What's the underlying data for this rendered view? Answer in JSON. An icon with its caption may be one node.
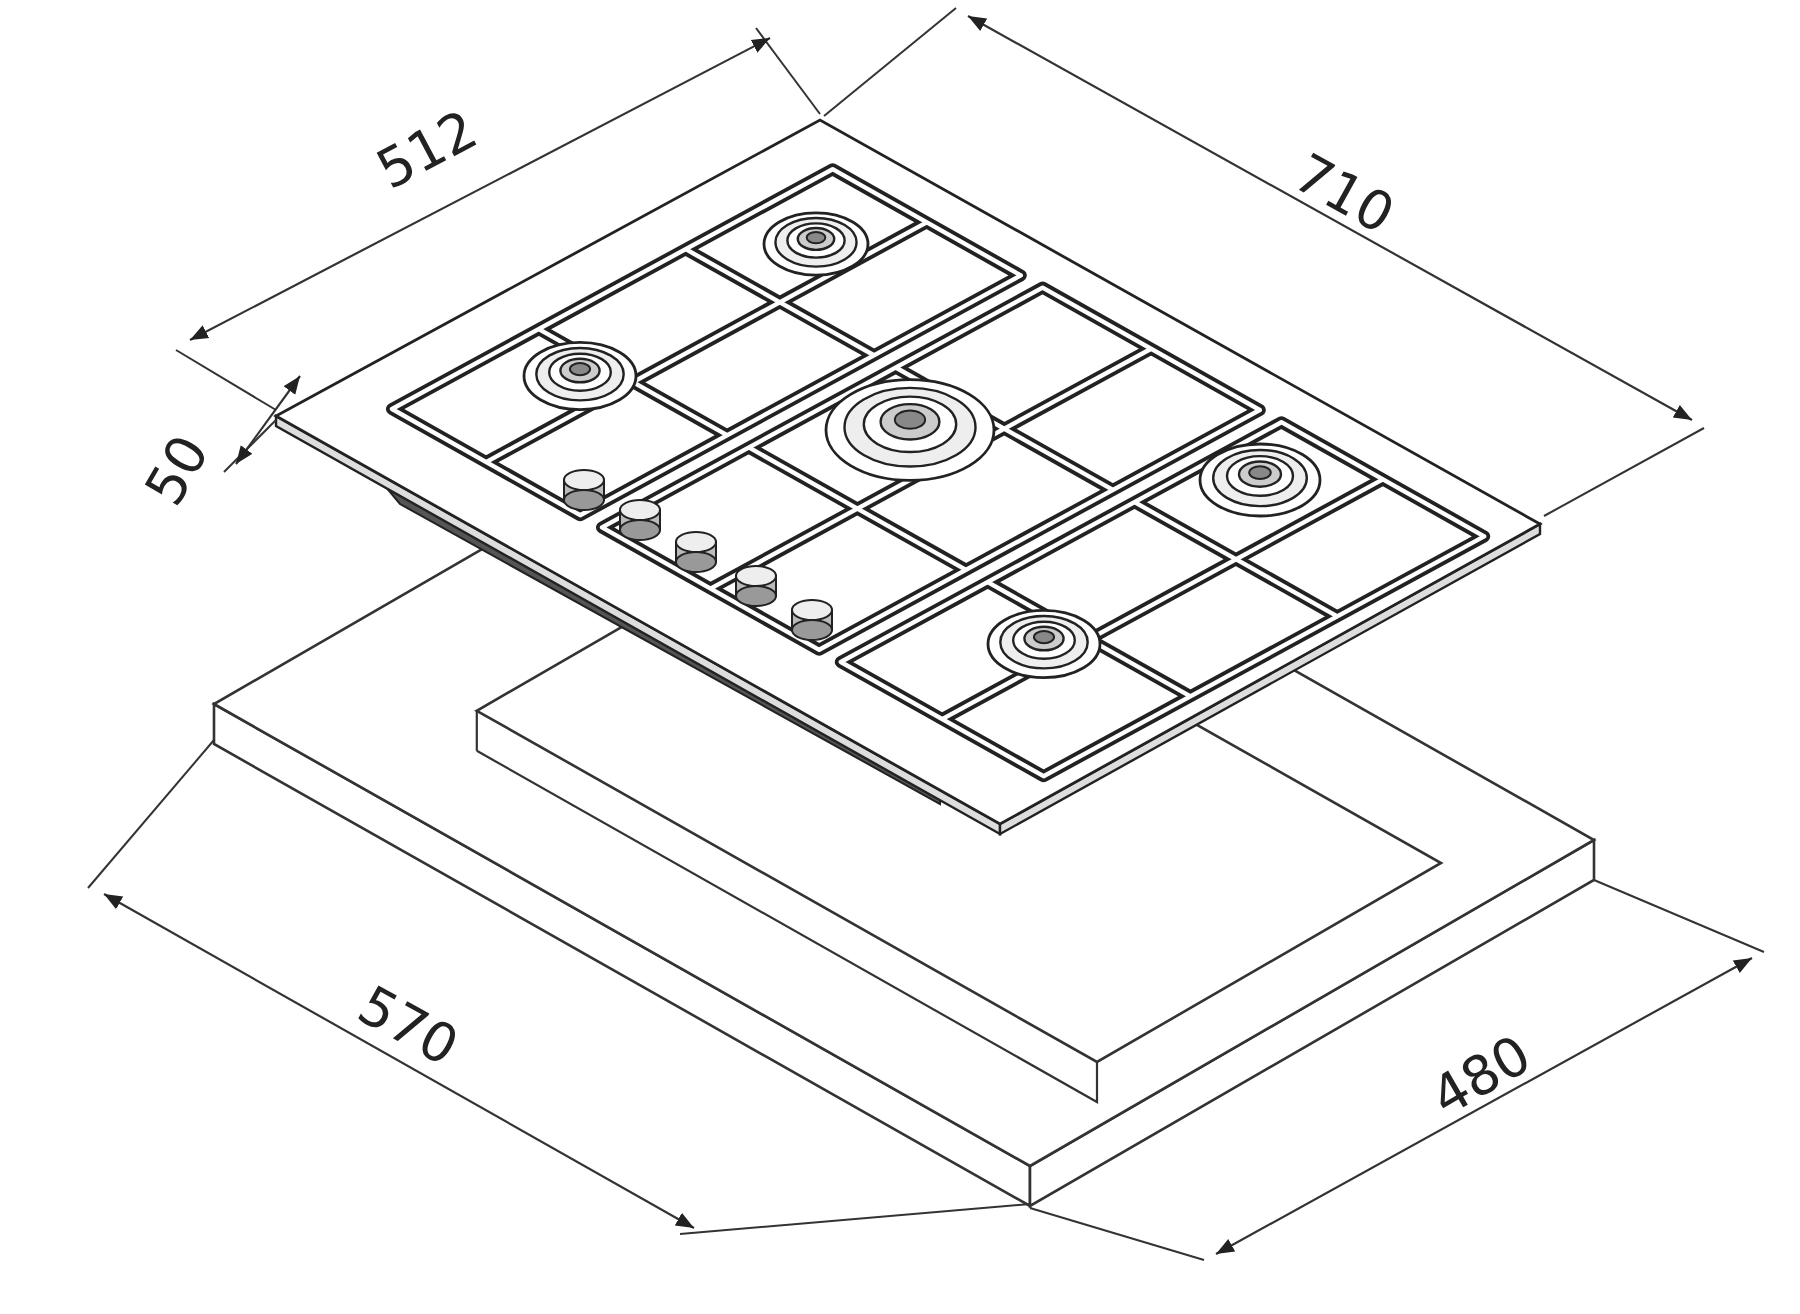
{
  "diagram": {
    "labels": [
      "512",
      "710",
      "50",
      "570",
      "480"
    ]
  }
}
